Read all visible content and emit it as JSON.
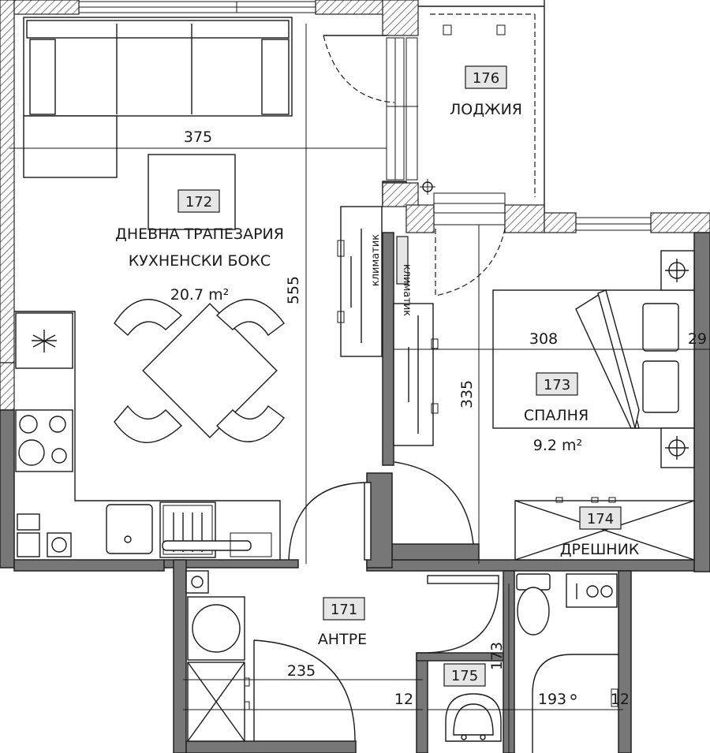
{
  "rooms": [
    {
      "number": "172",
      "lines": [
        "ДНЕВНА ТРАПЕЗАРИЯ",
        "КУХНЕНСКИ БОКС",
        "20.7 m²"
      ]
    },
    {
      "number": "176",
      "lines": [
        "ЛОДЖИЯ"
      ]
    },
    {
      "number": "173",
      "lines": [
        "СПАЛНЯ",
        "9.2 m²"
      ]
    },
    {
      "number": "174",
      "lines": [
        "ДРЕШНИК"
      ]
    },
    {
      "number": "171",
      "lines": [
        "АНТРЕ"
      ]
    },
    {
      "number": "175",
      "lines": []
    }
  ],
  "dimensions": [
    "375",
    "555",
    "308",
    "335",
    "29",
    "235",
    "12",
    "173",
    "193",
    "12"
  ],
  "equipment_labels": [
    "климатик",
    "климатик"
  ]
}
